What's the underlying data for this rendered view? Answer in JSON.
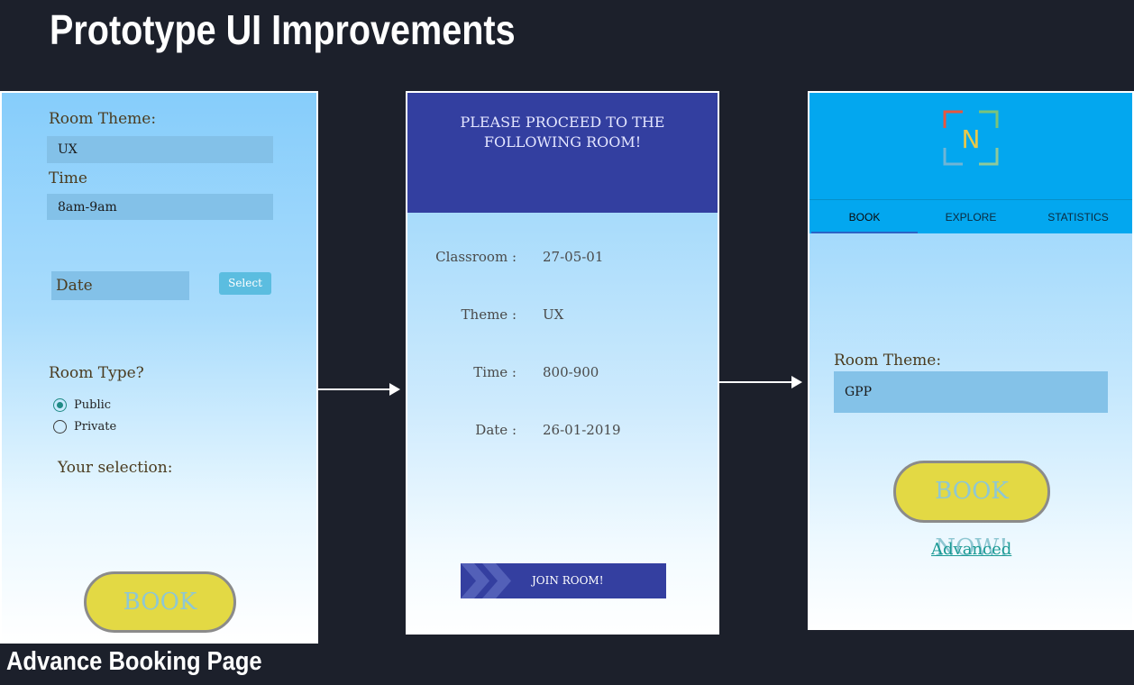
{
  "slide": {
    "title": "Prototype UI Improvements",
    "caption": "Advance Booking Page"
  },
  "screen1": {
    "room_theme_label": "Room Theme:",
    "room_theme_value": "UX",
    "time_label": "Time",
    "time_value": "8am-9am",
    "date_placeholder": "Date",
    "select_button": "Select",
    "room_type_label": "Room Type?",
    "room_type_options": [
      "Public",
      "Private"
    ],
    "room_type_selected": "Public",
    "your_selection_label": "Your selection:",
    "book_button": "BOOK NOW!"
  },
  "screen2": {
    "header_line1": "PLEASE PROCEED TO THE",
    "header_line2": "FOLLOWING ROOM!",
    "details": [
      {
        "key": "Classroom :",
        "value": "27-05-01"
      },
      {
        "key": "Theme :",
        "value": "UX"
      },
      {
        "key": "Time :",
        "value": "800-900"
      },
      {
        "key": "Date :",
        "value": "26-01-2019"
      }
    ],
    "join_button": "JOIN ROOM!"
  },
  "screen3": {
    "logo_letter": "N",
    "tabs": [
      "BOOK",
      "EXPLORE",
      "STATISTICS"
    ],
    "active_tab": "BOOK",
    "room_theme_label": "Room Theme:",
    "room_theme_value": "GPP",
    "book_button": "BOOK NOW!",
    "advanced_link": "Advanced"
  },
  "colors": {
    "background": "#1c202b",
    "book_button": "#e3d944",
    "header_blue": "#333fa0",
    "app_bar": "#03a7ef",
    "link_teal": "#1a9a94"
  }
}
